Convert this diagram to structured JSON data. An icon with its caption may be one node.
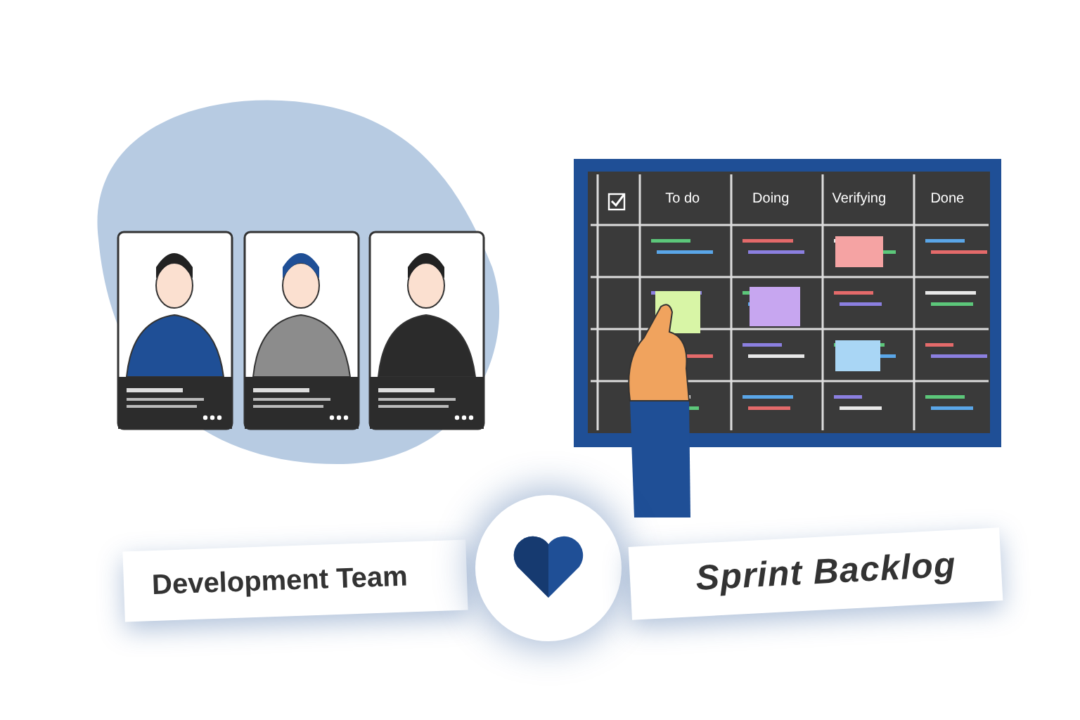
{
  "diagram": {
    "nodes": [
      {
        "text": [
          "Development Team"
        ]
      },
      {
        "text": [],
        "shape": "circle"
      },
      {
        "text": [
          "Sprint Backlog"
        ]
      }
    ],
    "labels": [
      "To do",
      "Doing",
      "Verifying",
      "Done"
    ]
  }
}
